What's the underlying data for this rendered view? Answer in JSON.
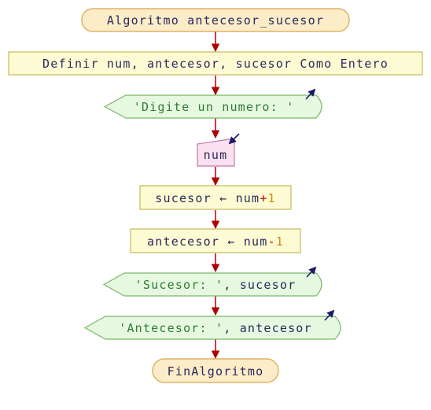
{
  "flowchart": {
    "start": "Algoritmo antecesor_sucesor",
    "define": "Definir num, antecesor, sucesor Como Entero",
    "write_prompt": "'Digite un numero: '",
    "read_var": "num",
    "assign_sucesor": {
      "var": "sucesor",
      "arrow": "←",
      "expr_var": "num",
      "op": "+",
      "const": "1"
    },
    "assign_antecesor": {
      "var": "antecesor",
      "arrow": "←",
      "expr_var": "num",
      "op": "-",
      "const": "1"
    },
    "write_sucesor": {
      "str": "'Sucesor: '",
      "sep": ",",
      "var": "sucesor"
    },
    "write_antecesor": {
      "str": "'Antecesor: '",
      "sep": ",",
      "var": "antecesor"
    },
    "end": "FinAlgoritmo"
  },
  "colors": {
    "terminal_fill": "#fcecc8",
    "terminal_stroke": "#d6a64a",
    "process_fill": "#fdfbd4",
    "process_stroke": "#c9b85a",
    "io_fill": "#e6f8e0",
    "io_stroke": "#7ab86a",
    "input_fill": "#fbe0f0",
    "input_stroke": "#c07aa8",
    "connector": "#b00000",
    "io_arrow": "#1a1a6a"
  }
}
